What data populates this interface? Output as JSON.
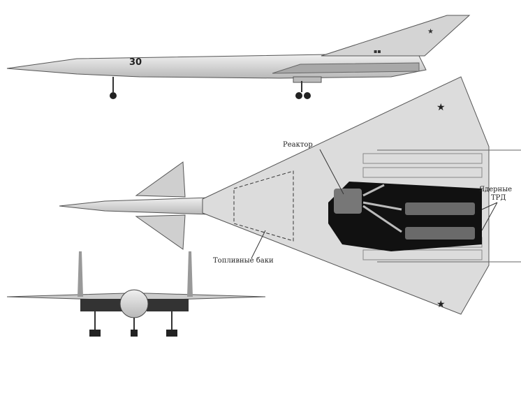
{
  "side_view": {
    "tail_number": "30"
  },
  "labels": {
    "reactor": "Реактор",
    "nuclear_engines_line1": "Ядерные",
    "nuclear_engines_line2": "ТРД",
    "fuel_tanks": "Топливные баки"
  },
  "colors": {
    "airframe": "#d8d8d8",
    "shade": "#9a9a9a",
    "cutaway": "#111111",
    "reactor": "#777777"
  }
}
